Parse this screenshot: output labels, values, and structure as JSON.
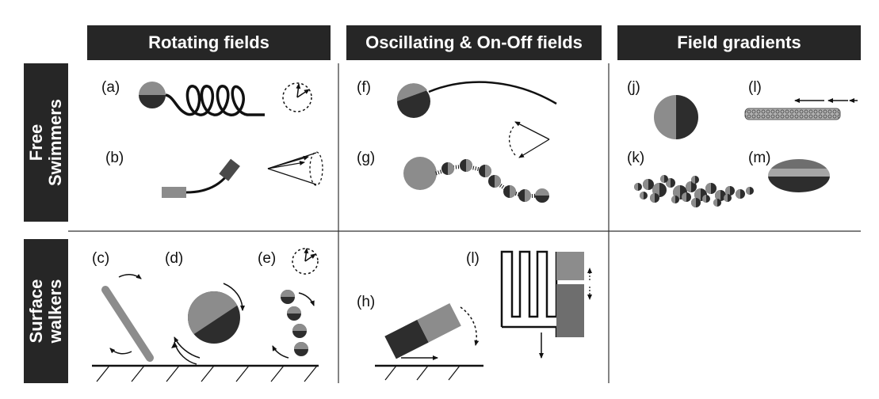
{
  "columns": {
    "rotating": "Rotating fields",
    "oscillating": "Oscillating & On-Off fields",
    "gradients": "Field gradients"
  },
  "rows": {
    "free_line1": "Free",
    "free_line2": "Swimmers",
    "surface_line1": "Surface",
    "surface_line2": "walkers"
  },
  "labels": {
    "a": "(a)",
    "b": "(b)",
    "c": "(c)",
    "d": "(d)",
    "e": "(e)",
    "f": "(f)",
    "g": "(g)",
    "h": "(h)",
    "i": "(l)",
    "j": "(j)",
    "k": "(k)",
    "l": "(l)",
    "m": "(m)"
  },
  "colors": {
    "header_bg": "#262626",
    "dark_gray": "#2d2d2d",
    "mid_gray": "#8c8c8c",
    "light_gray": "#a6a6a6"
  }
}
